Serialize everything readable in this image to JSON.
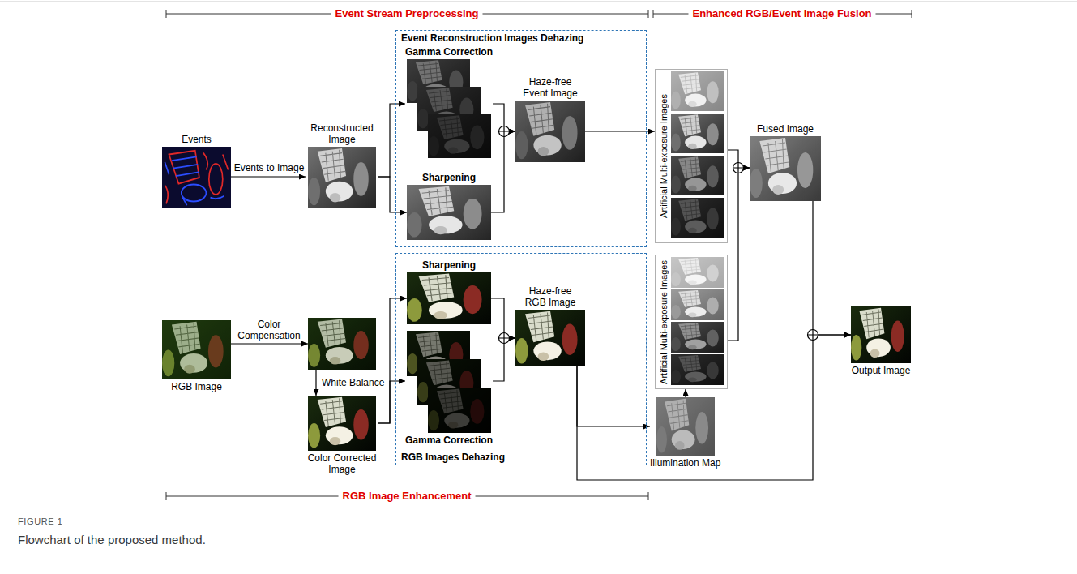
{
  "diagram": {
    "caption": "Flowchart of the proposed method.",
    "nodes": [
      {
        "text": [
          "Events"
        ]
      },
      {
        "text": [
          "Reconstructed Image"
        ]
      },
      {
        "text": [
          "Event Reconstruction Images Dehazing"
        ]
      },
      {
        "text": [
          "Gamma Correction"
        ],
        "in": 2
      },
      {
        "text": [
          "Sharpening"
        ],
        "in": 2
      },
      {
        "text": [
          "Haze-free Event Image"
        ]
      },
      {
        "text": [
          "Artificial Multi-exposure Images"
        ]
      },
      {
        "text": [
          "Fused Image"
        ]
      },
      {
        "text": [
          "RGB Image"
        ]
      },
      {
        "text": []
      },
      {
        "text": [
          "Color Corrected Image"
        ]
      },
      {
        "text": [
          "RGB Images Dehazing"
        ]
      },
      {
        "text": [
          "Sharpening"
        ],
        "in": 11
      },
      {
        "text": [
          "Gamma Correction"
        ],
        "in": 11
      },
      {
        "text": [
          "Haze-free RGB Image"
        ]
      },
      {
        "text": [
          "Artificial Multi-exposure Images"
        ]
      },
      {
        "text": [
          "Illumination Map"
        ]
      },
      {
        "text": [
          "Output Image"
        ]
      }
    ],
    "edges": [
      {
        "from": 0,
        "to": 1,
        "label": "Events to Image",
        "arrow": "to"
      },
      {
        "from": 1,
        "to": 3,
        "arrow": "to"
      },
      {
        "from": 1,
        "to": 4,
        "arrow": "to"
      },
      {
        "from": 3,
        "to": 5,
        "arrow": "to"
      },
      {
        "from": 4,
        "to": 5,
        "arrow": "to"
      },
      {
        "from": 5,
        "to": 6,
        "arrow": "to"
      },
      {
        "from": 6,
        "to": 7,
        "arrow": "to"
      },
      {
        "from": 8,
        "to": 9,
        "label": "Color Compensation",
        "arrow": "to"
      },
      {
        "from": 9,
        "to": 10,
        "label": "White Balance",
        "arrow": "to"
      },
      {
        "from": 10,
        "to": 12,
        "arrow": "to"
      },
      {
        "from": 10,
        "to": 13,
        "arrow": "to"
      },
      {
        "from": 12,
        "to": 14,
        "arrow": "to"
      },
      {
        "from": 13,
        "to": 14,
        "arrow": "to"
      },
      {
        "from": 14,
        "to": 16,
        "arrow": "to"
      },
      {
        "from": 16,
        "to": 15,
        "arrow": "to"
      },
      {
        "from": 15,
        "to": 7,
        "arrow": "to"
      },
      {
        "from": 7,
        "to": 17,
        "arrow": "to"
      },
      {
        "from": 14,
        "to": 17,
        "arrow": "to"
      }
    ],
    "labels": [
      "Event Stream Preprocessing",
      "Enhanced RGB/Event Image Fusion",
      "RGB Image Enhancement",
      "FIGURE 1"
    ]
  }
}
